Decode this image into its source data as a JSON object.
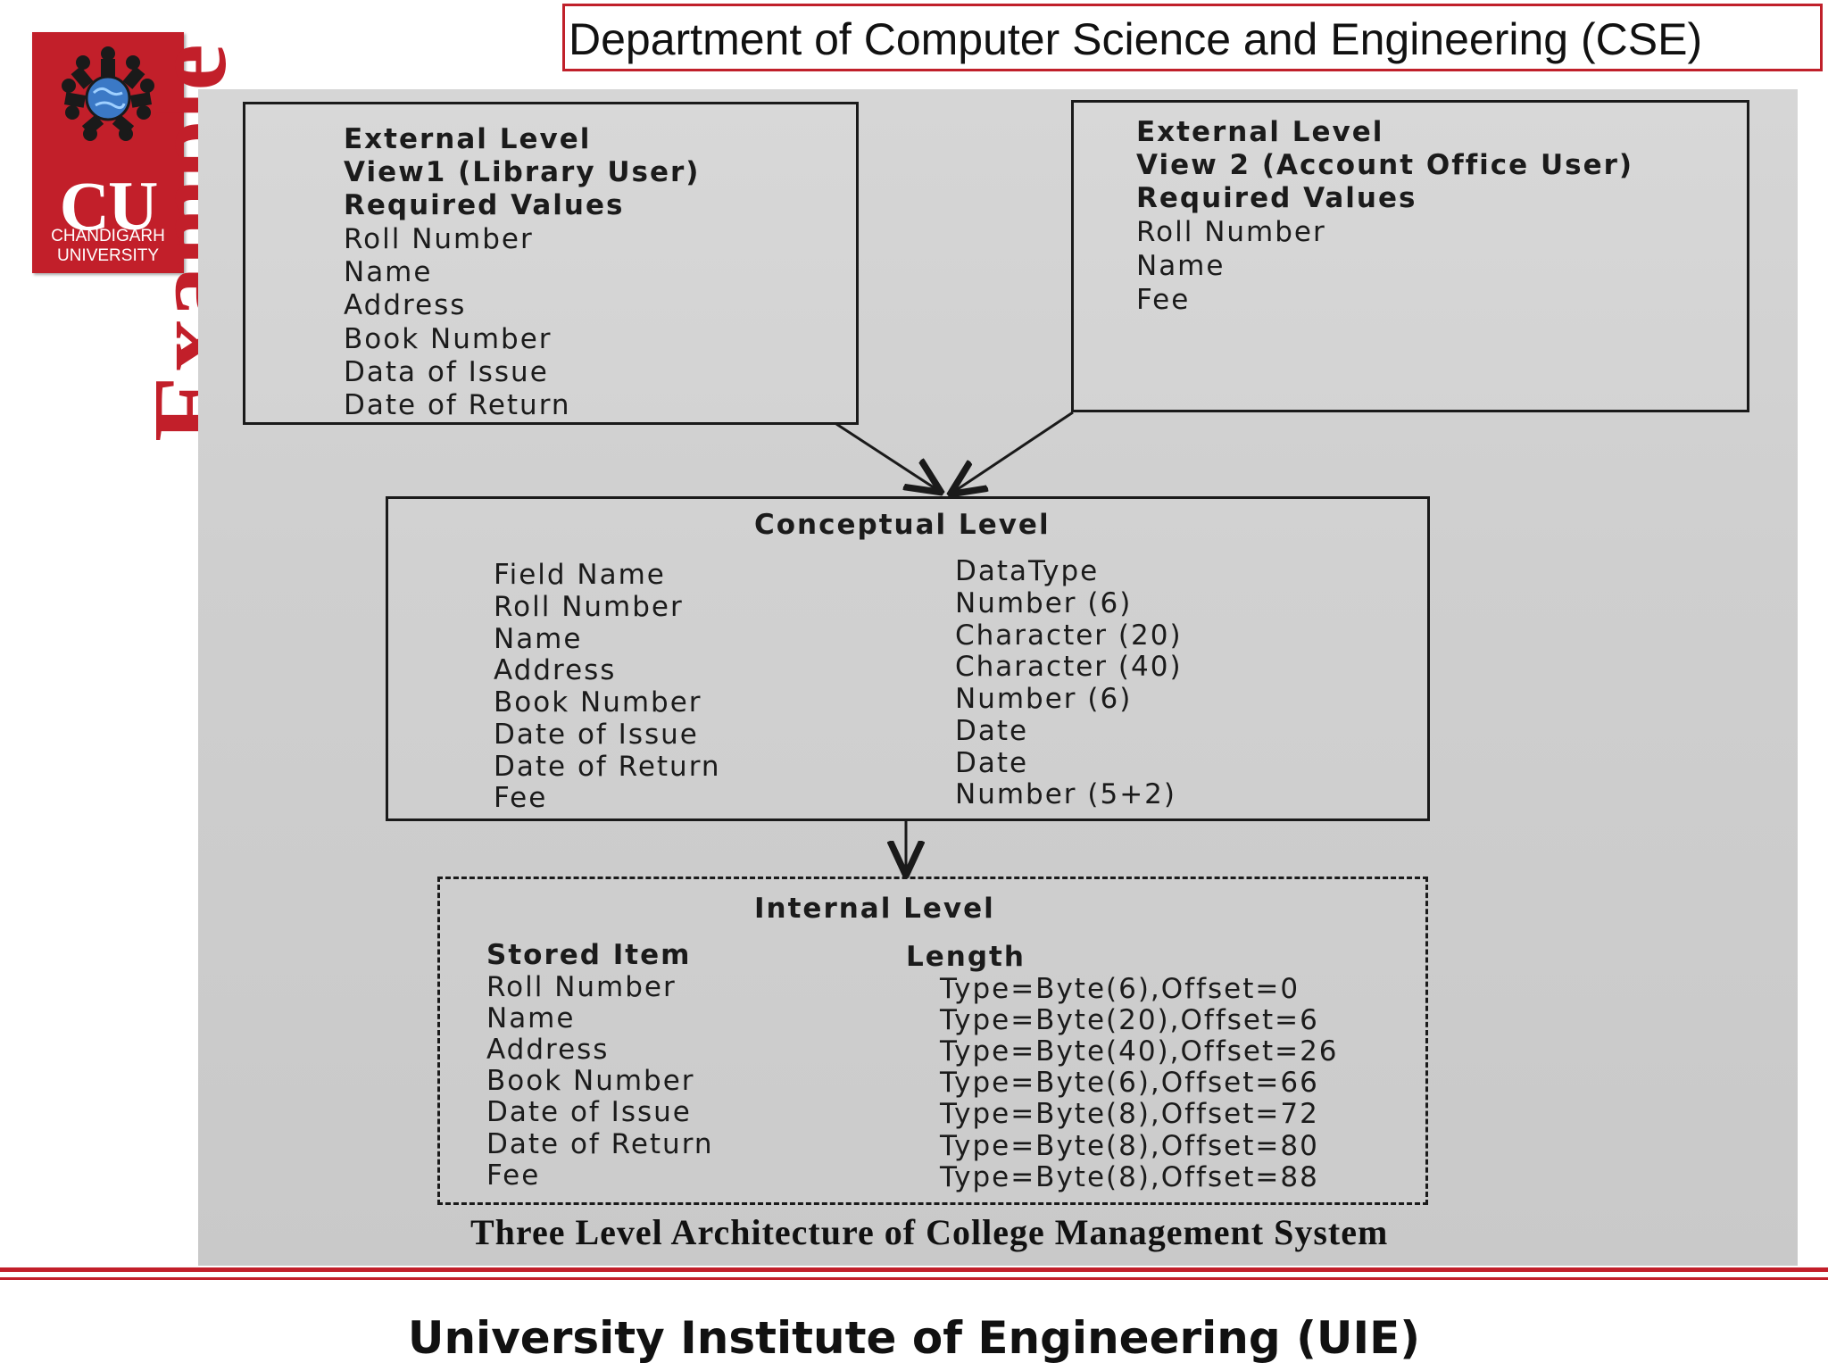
{
  "header": {
    "department": "Department of Computer Science and Engineering (CSE)"
  },
  "logo": {
    "abbr": "CU",
    "line1": "CHANDIGARH",
    "line2": "UNIVERSITY",
    "icon": "cu-emblem-icon",
    "color": "#c21f2a"
  },
  "side_label": "Example",
  "diagram": {
    "view1": {
      "lines": [
        "External Level",
        "View1 (Library User)",
        "Required Values"
      ],
      "fields": [
        "Roll Number",
        "Name",
        "Address",
        "Book Number",
        "Data of Issue",
        "Date of Return"
      ]
    },
    "view2": {
      "lines": [
        "External Level",
        "View 2 (Account Office User)",
        "Required Values"
      ],
      "fields": [
        "Roll Number",
        "Name",
        "Fee"
      ]
    },
    "conceptual": {
      "title": "Conceptual Level",
      "col1_header": "Field Name",
      "col2_header": "DataType",
      "rows": [
        {
          "field": "Roll Number",
          "type": "Number (6)"
        },
        {
          "field": "Name",
          "type": "Character (20)"
        },
        {
          "field": "Address",
          "type": "Character (40)"
        },
        {
          "field": "Book Number",
          "type": "Number (6)"
        },
        {
          "field": "Date of Issue",
          "type": "Date"
        },
        {
          "field": "Date of Return",
          "type": "Date"
        },
        {
          "field": "Fee",
          "type": "Number (5+2)"
        }
      ]
    },
    "internal": {
      "title": "Internal Level",
      "col1_header": "Stored Item",
      "col2_header": "Length",
      "rows": [
        {
          "item": "Roll Number",
          "length": "Type=Byte(6),Offset=0"
        },
        {
          "item": "Name",
          "length": "Type=Byte(20),Offset=6"
        },
        {
          "item": "Address",
          "length": "Type=Byte(40),Offset=26"
        },
        {
          "item": "Book Number",
          "length": "Type=Byte(6),Offset=66"
        },
        {
          "item": "Date of Issue",
          "length": "Type=Byte(8),Offset=72"
        },
        {
          "item": "Date of Return",
          "length": "Type=Byte(8),Offset=80"
        },
        {
          "item": "Fee",
          "length": "Type=Byte(8),Offset=88"
        }
      ]
    },
    "caption": "Three Level Architecture of College Management System"
  },
  "footer": {
    "institute": "University Institute of Engineering (UIE)"
  }
}
